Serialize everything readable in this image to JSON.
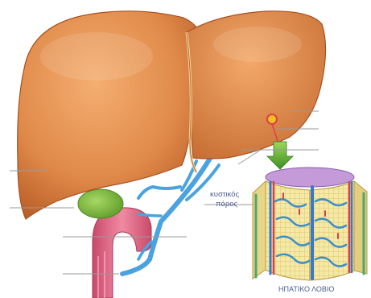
{
  "labels": {
    "cystic_duct_line1": "κυστικός",
    "cystic_duct_line2": "πόρος",
    "hepatic_lobule": "ΗΠΑΤΙΚΟ ΛΟΒΙΟ"
  },
  "colors": {
    "liver": "#e08a4a",
    "liver_dark": "#b85c26",
    "gallbladder": "#7fb73a",
    "bile_ducts": "#4aa3e0",
    "intestine": "#e06a86",
    "lobule_wall": "#f2e3a0",
    "vessel_red": "#d8404a",
    "vessel_blue": "#3a78c8",
    "arrow": "#66b23a",
    "pointer_dot": "#f0c020",
    "label_text": "#4a5f8f"
  }
}
